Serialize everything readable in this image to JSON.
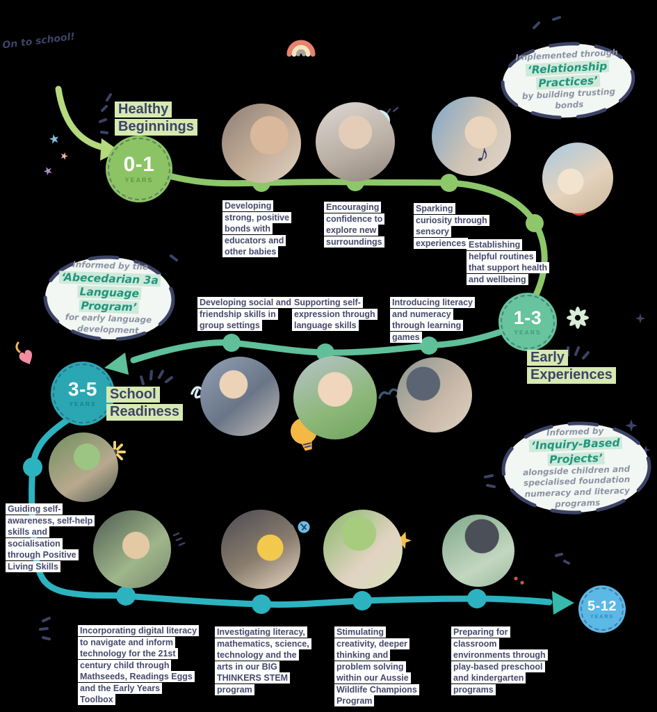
{
  "stages": [
    {
      "age": "0-1",
      "years": "YEARS",
      "heading": [
        "Healthy",
        "Beginnings"
      ],
      "captions": [
        "Developing strong, positive bonds with educators and other babies",
        "Encouraging confidence to explore new surroundings",
        "Sparking curiosity through sensory experiences",
        "Establishing helpful routines that support health and wellbeing"
      ]
    },
    {
      "age": "1-3",
      "years": "YEARS",
      "heading": [
        "Early",
        "Experiences"
      ],
      "captions": [
        "Developing social and friendship skills in group settings",
        "Supporting self-expression through language skills",
        "Introducing literacy and numeracy through learning games"
      ]
    },
    {
      "age": "3-5",
      "years": "YEARS",
      "heading": [
        "School",
        "Readiness"
      ],
      "captions": [
        "Guiding self-awareness, self-help skills and socialisation through Positive Living Skills"
      ]
    },
    {
      "age": "5-12",
      "years": "YEARS",
      "heading": [],
      "captions": [
        "Incorporating digital literacy to navigate and inform technology for the 21st century child through Mathseeds, Readings Eggs and the Early Years Toolbox",
        "Investigating literacy, mathematics, science, technology and the arts in our BIG THINKERS STEM program",
        "Stimulating creativity, deeper thinking and problem solving within our Aussie Wildlife Champions Program",
        "Preparing for classroom environments through play-based preschool and kindergarten programs"
      ]
    }
  ],
  "bubbles": [
    {
      "pre": "Implemented through",
      "highlight": "‘Relationship Practices’",
      "post": "by building trusting bonds"
    },
    {
      "pre": "Informed by the",
      "highlight": "‘Abecedarian 3a Language Program’",
      "post": "for early language development"
    },
    {
      "pre": "Informed by",
      "highlight": "‘Inquiry-Based Projects’",
      "post": "alongside children and specialised foundation numeracy and literacy programs"
    }
  ],
  "footer_note": "On to school!",
  "glyphs": {
    "music_note": "♪",
    "star": "★"
  },
  "colors": {
    "stage_0_1_green": "#8cc465",
    "stage_1_3_teal_green": "#67c49d",
    "stage_3_5_teal": "#2ba7b3",
    "stage_5_12_blue": "#5cb8e5",
    "navy_text": "#3d4366",
    "heading_highlight": "#d6e9b0",
    "bubble_highlight_text": "#1f967b",
    "bubble_highlight_bg": "#cfe9da",
    "caption_chip_bg": "#ffffff"
  }
}
